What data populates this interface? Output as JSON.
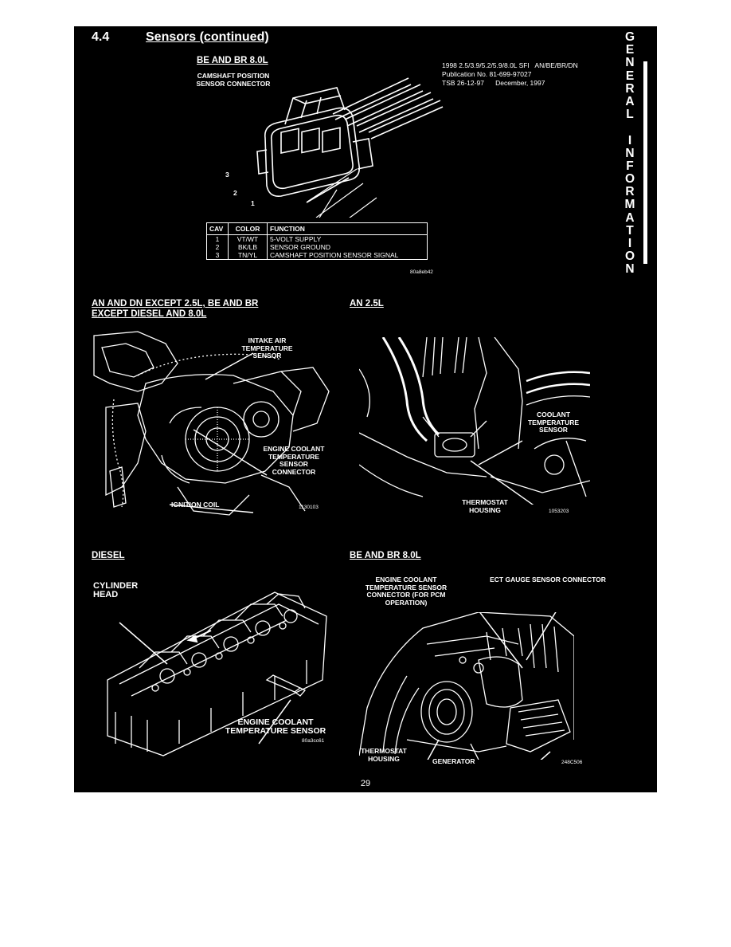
{
  "section": {
    "number": "4.4",
    "title": "Sensors (continued)"
  },
  "side_tab": {
    "letters": [
      "G",
      "E",
      "N",
      "E",
      "R",
      "A",
      "L",
      "",
      "I",
      "N",
      "F",
      "O",
      "R",
      "M",
      "A",
      "T",
      "I",
      "O",
      "N"
    ]
  },
  "publication": {
    "lines": [
      "1998 2.5/3.9/5.2/5.9/8.0L SFI   AN/BE/BR/DN",
      "Publication No. 81-699-97027",
      "TSB 26-12-97      December, 1997"
    ]
  },
  "fig1": {
    "heading": "BE AND BR 8.0L",
    "connector_label": "CAMSHAFT POSITION SENSOR CONNECTOR",
    "pin_labels": [
      "3",
      "2",
      "1"
    ],
    "table": {
      "headers": [
        "CAV",
        "COLOR",
        "FUNCTION"
      ],
      "rows": [
        [
          "1",
          "VT/WT",
          "5-VOLT SUPPLY"
        ],
        [
          "2",
          "BK/LB",
          "SENSOR GROUND"
        ],
        [
          "3",
          "TN/YL",
          "CAMSHAFT POSITION SENSOR SIGNAL"
        ]
      ]
    },
    "code": "80a8eb42"
  },
  "fig2": {
    "heading_line1": "AN AND DN EXCEPT 2.5L, BE AND BR",
    "heading_line2": "EXCEPT DIESEL AND 8.0L",
    "intake_label": "INTAKE AIR TEMPERATURE SENSOR",
    "coolant_label": "ENGINE COOLANT TEMPERATURE SENSOR CONNECTOR",
    "coil_label": "IGNITION COIL",
    "code": "1130103"
  },
  "fig3": {
    "heading": "AN 2.5L",
    "coolant_label": "COOLANT TEMPERATURE SENSOR",
    "housing_label": "THERMOSTAT HOUSING",
    "code": "1053203"
  },
  "fig4": {
    "heading": "DIESEL",
    "head_label": "CYLINDER HEAD",
    "sensor_label": "ENGINE COOLANT TEMPERATURE SENSOR",
    "code": "80a3cc61"
  },
  "fig5": {
    "heading": "BE AND BR 8.0L",
    "ect_label": "ENGINE COOLANT TEMPERATURE SENSOR CONNECTOR (FOR PCM OPERATION)",
    "gauge_label": "ECT GAUGE SENSOR CONNECTOR",
    "housing_label": "THERMOSTAT HOUSING",
    "generator_label": "GENERATOR",
    "code": "248C506"
  },
  "page_number": "29",
  "colors": {
    "background": "#000000",
    "ink": "#ffffff",
    "paper": "#ffffff"
  }
}
